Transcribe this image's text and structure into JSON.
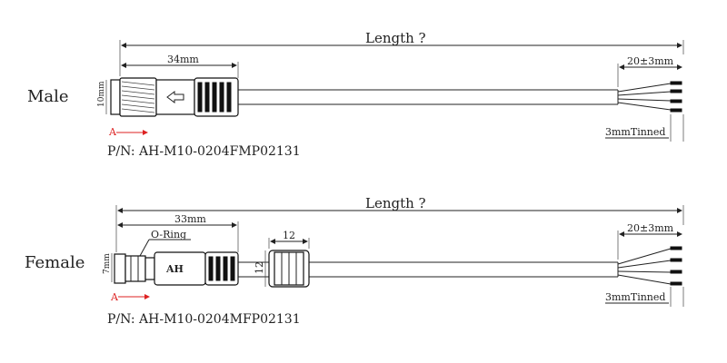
{
  "male": {
    "side_label": "Male",
    "length_label": "Length ?",
    "body_dim": "34mm",
    "diameter_dim": "10mm",
    "strip_dim": "20±3mm",
    "tinned_label": "3mmTinned",
    "view_marker": "A",
    "part_number": "P/N:  AH-M10-0204FMP02131"
  },
  "female": {
    "side_label": "Female",
    "length_label": "Length ?",
    "body_dim": "33mm",
    "oring_label": "O-Ring",
    "brand_mark": "AH",
    "diameter_dim": "7mm",
    "cap_width_dim": "12",
    "cap_height_dim": "12",
    "strip_dim": "20±3mm",
    "tinned_label": "3mmTinned",
    "view_marker": "A",
    "part_number": "P/N:  AH-M10-0204MFP02131"
  }
}
